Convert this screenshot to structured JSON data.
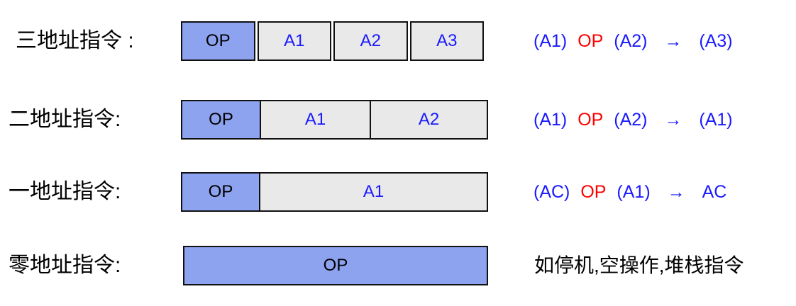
{
  "diagram": {
    "colors": {
      "op_fill": "#8ea3f0",
      "addr_fill": "#e9e9e9",
      "border": "#111111",
      "blue_text": "#1a1aff",
      "red_text": "#ff0000"
    },
    "rows": [
      {
        "label": "三地址指令 :",
        "cells": [
          {
            "text": "OP"
          },
          {
            "text": "A1"
          },
          {
            "text": "A2"
          },
          {
            "text": "A3"
          }
        ],
        "expression": {
          "operand1": "(A1)",
          "operator": "OP",
          "operand2": "(A2)",
          "arrow": "→",
          "result": "(A3)"
        }
      },
      {
        "label": "二地址指令:",
        "cells": [
          {
            "text": "OP"
          },
          {
            "text": "A1"
          },
          {
            "text": "A2"
          }
        ],
        "expression": {
          "operand1": "(A1)",
          "operator": "OP",
          "operand2": "(A2)",
          "arrow": "→",
          "result": "(A1)"
        }
      },
      {
        "label": "一地址指令:",
        "cells": [
          {
            "text": "OP"
          },
          {
            "text": "A1"
          }
        ],
        "expression": {
          "operand1": "(AC)",
          "operator": "OP",
          "operand2": "(A1)",
          "arrow": "→",
          "result": "AC"
        }
      },
      {
        "label": "零地址指令:",
        "cells": [
          {
            "text": "OP"
          }
        ],
        "note": "如停机,空操作,堆栈指令"
      }
    ]
  }
}
